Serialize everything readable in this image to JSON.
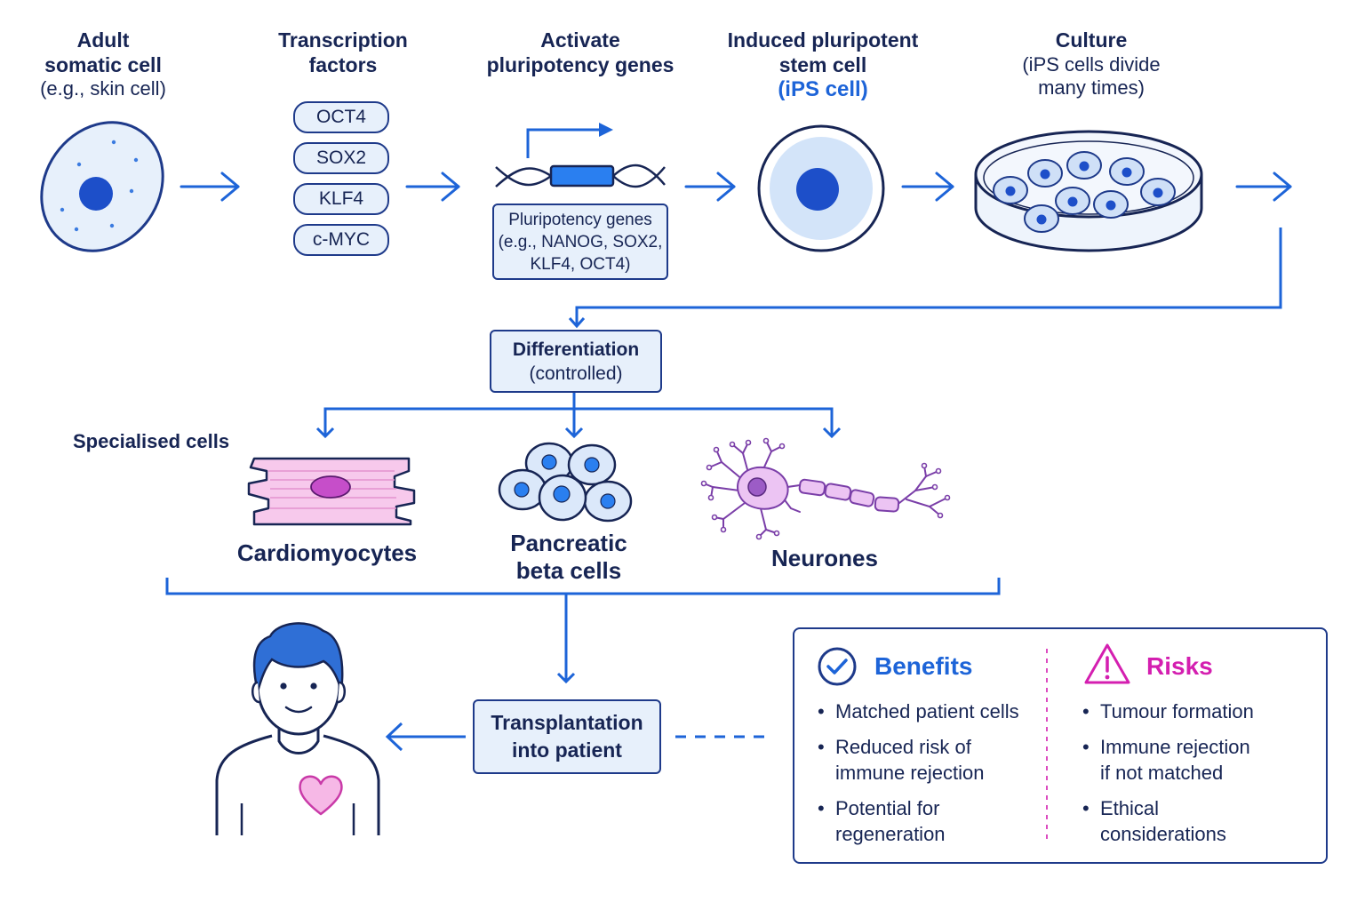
{
  "steps": {
    "somatic": {
      "line1": "Adult",
      "line2": "somatic cell",
      "line3": "(e.g., skin cell)"
    },
    "factors": {
      "line1": "Transcription",
      "line2": "factors",
      "items": [
        "OCT4",
        "SOX2",
        "KLF4",
        "c-MYC"
      ]
    },
    "activate": {
      "line1": "Activate",
      "line2": "pluripotency genes",
      "genes_box": [
        "Pluripotency genes",
        "(e.g., NANOG, SOX2,",
        "KLF4, OCT4)"
      ]
    },
    "ips": {
      "line1": "Induced pluripotent",
      "line2": "stem cell",
      "line3": "(iPS cell)"
    },
    "culture": {
      "line1": "Culture",
      "line2": "(iPS cells divide",
      "line3": "many times)"
    }
  },
  "differentiation": {
    "line1": "Differentiation",
    "line2": "(controlled)"
  },
  "specialised": {
    "heading": "Specialised cells",
    "cardio": "Cardiomyocytes",
    "pancreatic": [
      "Pancreatic",
      "beta cells"
    ],
    "neurones": "Neurones"
  },
  "transplant": {
    "line1": "Transplantation",
    "line2": "into patient"
  },
  "benefits": {
    "title": "Benefits",
    "items": [
      [
        "Matched patient cells"
      ],
      [
        "Reduced risk of",
        "immune rejection"
      ],
      [
        "Potential for",
        "regeneration"
      ]
    ]
  },
  "risks": {
    "title": "Risks",
    "items": [
      [
        "Tumour formation"
      ],
      [
        "Immune rejection",
        "if not matched"
      ],
      [
        "Ethical",
        "considerations"
      ]
    ]
  },
  "colors": {
    "navy": "#172554",
    "accent": "#1d64d8",
    "pale": "#e7f0fb",
    "risk": "#d41fb0",
    "pink": "#f6b8e6"
  },
  "icons": [
    "check-circle-icon",
    "warning-triangle-icon",
    "heart-icon"
  ]
}
